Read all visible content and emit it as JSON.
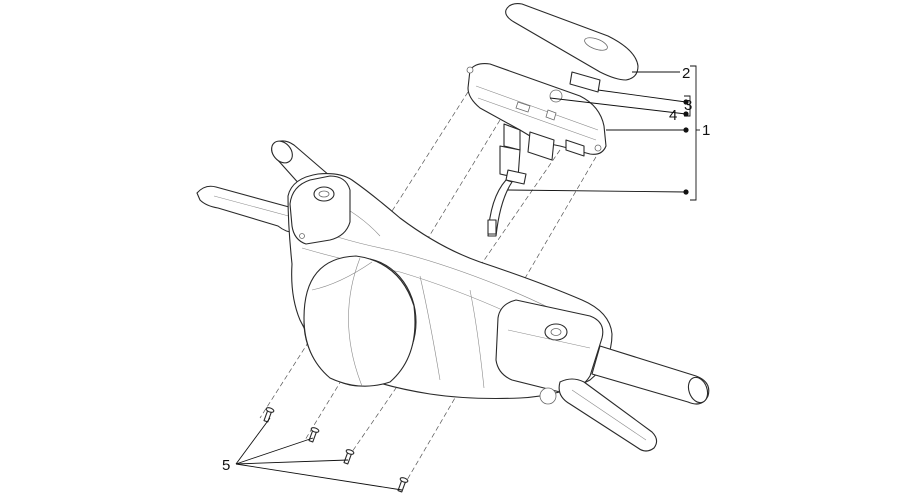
{
  "callouts": [
    {
      "id": "1",
      "label": "1"
    },
    {
      "id": "2",
      "label": "2"
    },
    {
      "id": "3",
      "label": "3"
    },
    {
      "id": "4",
      "label": "4"
    },
    {
      "id": "5",
      "label": "5"
    }
  ],
  "colors": {
    "line": "#2a2a2a",
    "background": "#ffffff",
    "dashed": "#555555"
  }
}
